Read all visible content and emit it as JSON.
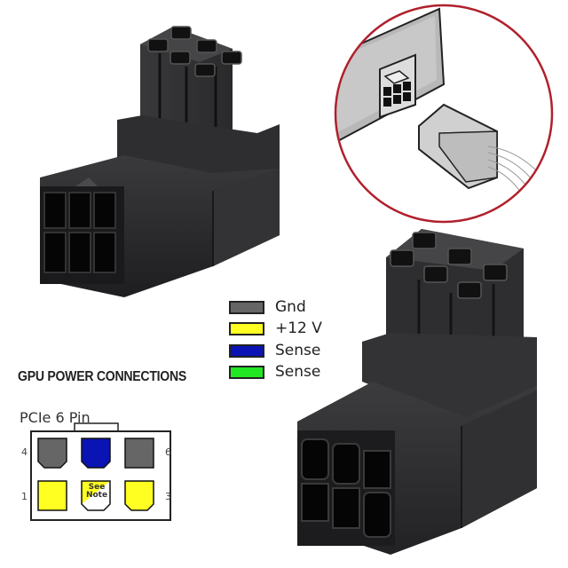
{
  "title": "GPU POWER CONNECTIONS",
  "subtitle": "PCIe 6 Pin",
  "legend": [
    {
      "label": "Gnd",
      "color": "#666666"
    },
    {
      "label": "+12 V",
      "color": "#ffff22"
    },
    {
      "label": "Sense",
      "color": "#0a14b4"
    },
    {
      "label": "Sense",
      "color": "#22e622"
    }
  ],
  "pinout": {
    "pin_numbers": {
      "top_left": "4",
      "top_right": "6",
      "bottom_left": "1",
      "bottom_right": "3"
    },
    "pins": [
      {
        "position": "top-left",
        "function": "Gnd"
      },
      {
        "position": "top-middle",
        "function": "Sense"
      },
      {
        "position": "top-right",
        "function": "Gnd"
      },
      {
        "position": "bottom-left",
        "function": "+12 V"
      },
      {
        "position": "bottom-middle",
        "function": "+12 V / See Note"
      },
      {
        "position": "bottom-right",
        "function": "+12 V"
      }
    ],
    "note_label_line1": "See",
    "note_label_line2": "Note"
  },
  "colors": {
    "inset_border": "#b0202c",
    "connector_body": "#2a2a2c"
  }
}
